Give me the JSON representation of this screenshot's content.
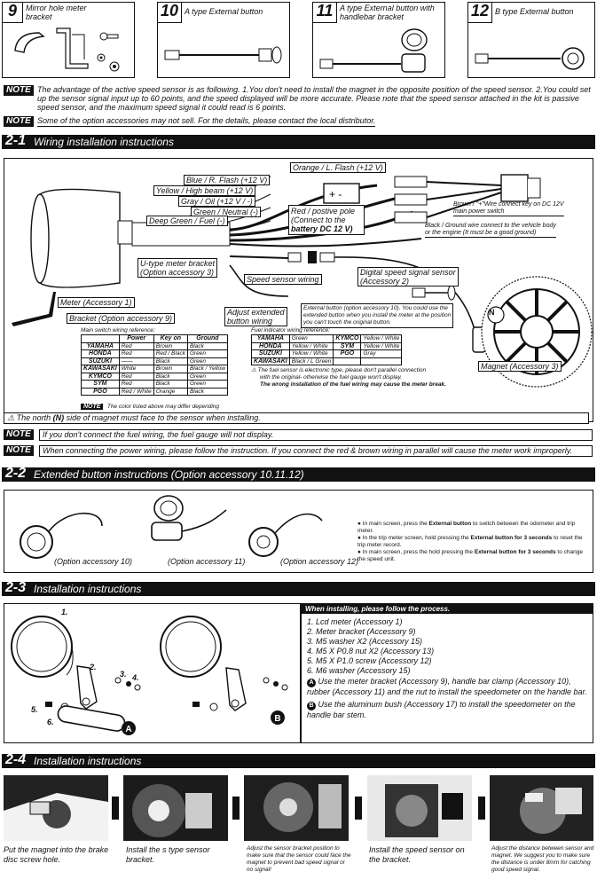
{
  "accessories_top": [
    {
      "num": "9",
      "label": "Mirror hole meter bracket"
    },
    {
      "num": "10",
      "label": "A type External button"
    },
    {
      "num": "11",
      "label": "A type External button with handlebar bracket"
    },
    {
      "num": "12",
      "label": "B type External button"
    }
  ],
  "notes_top": {
    "tag": "NOTE",
    "note1": "The advantage of the active speed sensor is as following. 1.You don't need to install the magnet in the opposite position of the speed sensor. 2.You could set up the sensor signal input up to 60 points, and the speed displayed will be more accurate. Please note that the speed sensor attached in the kit is passive speed sensor, and the maximum speed signal it could read is 6 points.",
    "note2": "Some of the option accessories may not sell. For the details, please contact the local distributor."
  },
  "section_21": {
    "num": "2-1",
    "title": "Wiring installation instructions",
    "labels": {
      "blue": "Blue / R. Flash (+12 V)",
      "yellow": "Yellow / High beam (+12 V)",
      "gray": "Gray / Oil (+12 V / -)",
      "green": "Green / Neutral (-)",
      "deep_green": "Deep Green / Fuel (-)",
      "orange": "Orange / L. Flash (+12 V)",
      "red_line1": "Red / postive pole",
      "red_line2": "(Connect to the",
      "red_line3": "battery DC 12 V)",
      "brown_line1": "Brown / \"+\"Wire connect key on DC 12V",
      "brown_line2": "main power switch",
      "black_line1": "Black / Ground wire connect to the vehicle body",
      "black_line2": "or the engine (It must be a good ground)",
      "u_bracket_line1": "U-type meter bracket",
      "u_bracket_line2": "(Option accessory 3)",
      "speed_sensor_wiring": "Speed sensor wiring",
      "digital_line1": "Digital speed signal sensor",
      "digital_line2": "(Accessory 2)",
      "meter": "Meter (Accessory 1)",
      "adjust_line1": "Adjust extended",
      "adjust_line2": "button wiring",
      "ext_line1": "External button (option accessory 10). You could use the",
      "ext_line2": "extended button when you install the meter at the position",
      "ext_line3": "you can't touch the original button.",
      "bracket": "Bracket (Option accessory 9)",
      "magnet": "Magnet (Accessory 3)",
      "magnet_n": "N"
    },
    "main_switch": {
      "title": "Main switch wiring reference:",
      "headers": [
        "",
        "Power",
        "Key on",
        "Ground"
      ],
      "rows": [
        [
          "YAMAHA",
          "Red",
          "Brown",
          "Black"
        ],
        [
          "HONDA",
          "Red",
          "Red / Black",
          "Green"
        ],
        [
          "SUZUKI",
          "——",
          "Black",
          "Green"
        ],
        [
          "KAWASAKI",
          "White",
          "Brown",
          "Black / Yellow"
        ],
        [
          "KYMCO",
          "Red",
          "Black",
          "Green"
        ],
        [
          "SYM",
          "Red",
          "Black",
          "Green"
        ],
        [
          "PGO",
          "Red / White",
          "Orange",
          "Black"
        ]
      ],
      "note_tag": "NOTE",
      "note_line1": "The color listed above may differ depending",
      "note_line2": "on the model."
    },
    "fuel_ref": {
      "title": "Fuel indicator wiring reference:",
      "rows": [
        [
          "YAMAHA",
          "Green",
          "KYMCO",
          "Yellow / White"
        ],
        [
          "HONDA",
          "Yellow / White",
          "SYM",
          "Yellow / White"
        ],
        [
          "SUZUKI",
          "Yellow / White",
          "PGO",
          "Gray"
        ],
        [
          "KAWASAKI",
          "Black / L Green",
          "",
          ""
        ]
      ],
      "warn1": "The fuel sensor is electronic type, please don't parallel connection",
      "warn2": "with the original- otherwise the fuel gauge won't display.",
      "warn3": "The wrong installation of the fuel wiring may cause the meter break."
    },
    "north_pre": "The north",
    "north_n": "(N)",
    "north_post": "side of magnet must face to the sensor when installing.",
    "note_fuel": "If you don't connect the fuel wiring, the fuel gauge will not display.",
    "note_power": "When connecting the power wiring, please follow the instruction. If you connect the red & brown wiring in parallel will cause the meter work improperly.",
    "note_tag": "NOTE"
  },
  "section_22": {
    "num": "2-2",
    "title": "Extended button instructions (Option accessory 10.11.12)",
    "captions": [
      "(Option accessory 10)",
      "(Option accessory 11)",
      "(Option accessory 12)"
    ],
    "bullets": [
      {
        "pre": "In main screen, press the ",
        "bold": "External button",
        "post": " to switch between the odometer and trip meter."
      },
      {
        "pre": "In the trip meter screen, hold pressing the ",
        "bold": "External button for 3 seconds",
        "post": " to reset the trip meter record."
      },
      {
        "pre": "In main screen, press the hold pressing the ",
        "bold": "External button for 3 seconds",
        "post": " to change the speed unit."
      }
    ]
  },
  "section_23": {
    "num": "2-3",
    "title": "Installation instructions",
    "process_header": "When installing, please follow the process.",
    "steps": [
      "1. Lcd meter (Accessory 1)",
      "2. Meter bracket (Accessory 9)",
      "3. M5 washer X2 (Accessory 15)",
      "4. M5 X P0.8 nut X2 (Accessory 13)",
      "5. M5 X P1.0 screw (Accessory 12)",
      "6. M6 washer (Accessory 15)"
    ],
    "step_a_letter": "A",
    "step_a": "Use the meter bracket (Accessory 9), handle bar clamp (Accessory 10), rubber (Accessory 11) and the nut to install the speedometer on the handle bar.",
    "step_b_letter": "B",
    "step_b": "Use the aluminum bush (Accessory 17) to install the speedometer on the handle bar stem.",
    "diagram_nums": [
      "1.",
      "2.",
      "3.",
      "4.",
      "5.",
      "6."
    ]
  },
  "section_24": {
    "num": "2-4",
    "title": "Installation instructions",
    "captions": [
      "Put the magnet into the brake disc screw hole.",
      "Install the s type sensor bracket.",
      "Adjust the sensor bracket position to make sure that the sensor could face the magnet to prevent bad speed signal or no signal!",
      "Install the speed sensor on the bracket.",
      "Adjust the distance between sensor and magnet. We suggest you to make sure the distance is under 8mm for catching good speed signal."
    ]
  },
  "colors": {
    "ink": "#111111",
    "paper": "#ffffff",
    "photo_dark": "#1a1a1a"
  }
}
